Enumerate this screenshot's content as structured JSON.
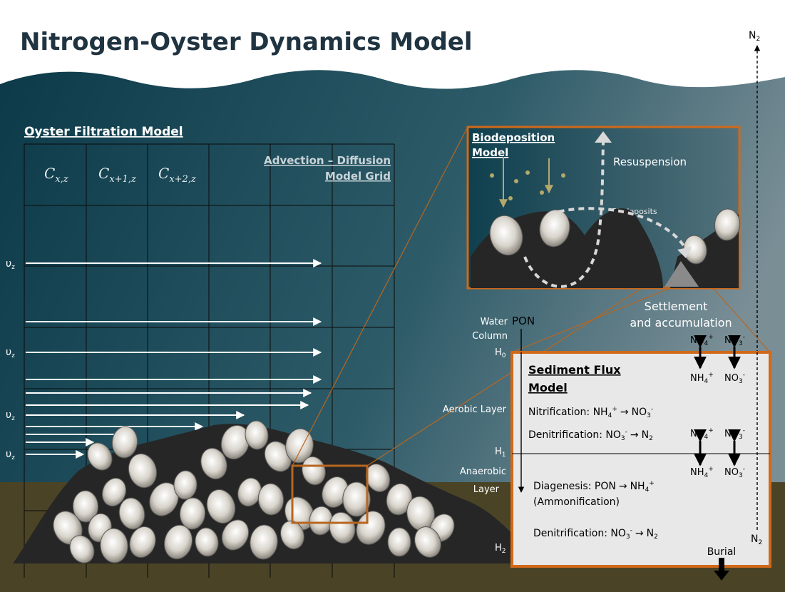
{
  "title": "Nitrogen-Oyster Dynamics Model",
  "n2_top": "N",
  "n2_sub": "2",
  "filtration": {
    "heading": "Oyster Filtration Model",
    "grid_label_line1": "Advection – Diffusion",
    "grid_label_line2": "Model Grid",
    "cell_labels": [
      {
        "base": "C",
        "sub": "x,z"
      },
      {
        "base": "C",
        "sub": "x+1,z"
      },
      {
        "base": "C",
        "sub": "x+2,z"
      }
    ],
    "velocity_base": "υ",
    "velocity_sub": "z"
  },
  "biodeposition": {
    "title_line1": "Biodeposition",
    "title_line2": "Model",
    "resuspension": "Resuspension",
    "biodeposits": "Biodeposits"
  },
  "settlement": {
    "line1": "Settlement",
    "line2": "and accumulation"
  },
  "layers": {
    "water_column_1": "Water",
    "water_column_2": "Column",
    "pon": "PON",
    "h0": "H",
    "h0_sub": "0",
    "aerobic": "Aerobic Layer",
    "h1": "H",
    "h1_sub": "1",
    "anaerobic_1": "Anaerobic",
    "anaerobic_2": "Layer",
    "h2": "H",
    "h2_sub": "2"
  },
  "sediment": {
    "title_line1": "Sediment Flux",
    "title_line2": "Model",
    "nitrification_label": "Nitrification: NH",
    "nitrification_product": "NO",
    "denit1_label": "Denitrification: NO",
    "denit1_product": "N",
    "diagenesis_label": "Diagenesis: PON",
    "diagenesis_product": "NH",
    "ammonification": "(Ammonification)",
    "denit2_label": "Denitrification: NO",
    "denit2_product": "N",
    "burial": "Burial",
    "n2_right": "N",
    "n2_right_sub": "2",
    "nh4": "NH",
    "no3": "NO",
    "sub4": "4",
    "sub3": "3",
    "sub2": "2",
    "plus": "+",
    "minus": "-",
    "arrow": "→"
  },
  "colors": {
    "water_top": "#0d3b4a",
    "water_bottom": "#3e6c7a",
    "sediment": "#4a4326",
    "frame": "#d06a1a",
    "reef": "#2a2a2a",
    "panel": "#e8e8e8"
  }
}
